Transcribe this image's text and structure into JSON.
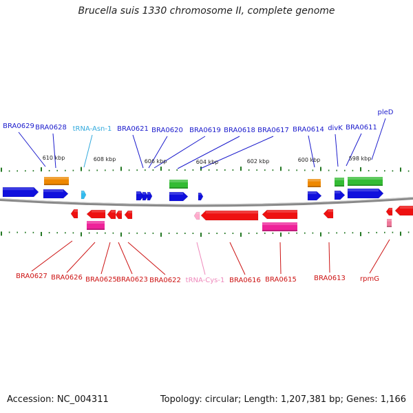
{
  "title": "Brucella suis 1330 chromosome II, complete genome",
  "footer": {
    "accession": "Accession: NC_004311",
    "summary": "Topology: circular; Length: 1,207,381 bp; Genes: 1,166"
  },
  "colors": {
    "cds_forward": "#1010dd",
    "cds_reverse": "#ee1111",
    "gene_orange": "#ee8800",
    "gene_green": "#33bb33",
    "gene_pink": "#ee2299",
    "trna_forward": "#33bbee",
    "trna_reverse": "#ffaacc",
    "backbone": "#888888",
    "tick": "#227722",
    "label_forward": "#1a1acc",
    "label_reverse": "#cc1111",
    "label_trna_forward": "#33aadd",
    "label_trna_reverse": "#ee88bb"
  },
  "scale_labels": [
    "610 kbp",
    "608 kbp",
    "606 kbp",
    "604 kbp",
    "602 kbp",
    "600 kbp",
    "598 kbp"
  ],
  "top_labels": [
    {
      "text": "BRA0629",
      "kind": "cds"
    },
    {
      "text": "BRA0628",
      "kind": "cds"
    },
    {
      "text": "tRNA-Asn-1",
      "kind": "trna"
    },
    {
      "text": "BRA0621",
      "kind": "cds"
    },
    {
      "text": "BRA0620",
      "kind": "cds"
    },
    {
      "text": "BRA0619",
      "kind": "cds"
    },
    {
      "text": "BRA0618",
      "kind": "cds"
    },
    {
      "text": "BRA0617",
      "kind": "cds"
    },
    {
      "text": "BRA0614",
      "kind": "cds"
    },
    {
      "text": "divK",
      "kind": "cds"
    },
    {
      "text": "BRA0611",
      "kind": "cds"
    },
    {
      "text": "pleD",
      "kind": "cds"
    }
  ],
  "bottom_labels": [
    {
      "text": "BRA0627",
      "kind": "cds"
    },
    {
      "text": "BRA0626",
      "kind": "cds"
    },
    {
      "text": "BRA0625",
      "kind": "cds"
    },
    {
      "text": "BRA0623",
      "kind": "cds"
    },
    {
      "text": "BRA0622",
      "kind": "cds"
    },
    {
      "text": "tRNA-Cys-1",
      "kind": "trna"
    },
    {
      "text": "BRA0616",
      "kind": "cds"
    },
    {
      "text": "BRA0615",
      "kind": "cds"
    },
    {
      "text": "BRA0613",
      "kind": "cds"
    },
    {
      "text": "rpmG",
      "kind": "cds"
    }
  ]
}
